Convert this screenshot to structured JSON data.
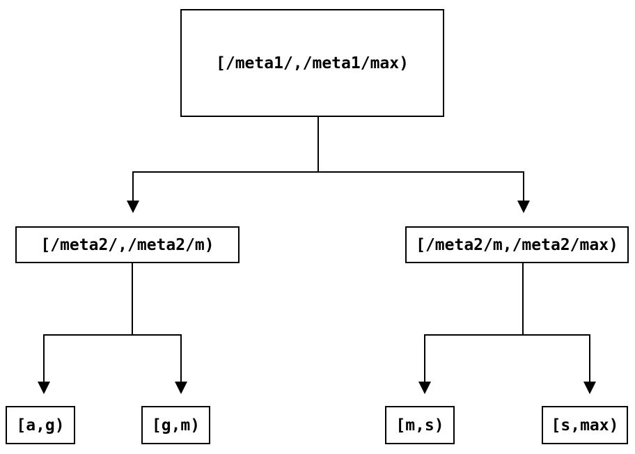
{
  "diagram": {
    "background_color": "#ffffff",
    "line_color": "#000000",
    "text_color": "#000000",
    "tree": {
      "label": "[/meta1/,/meta1/max)",
      "children": [
        {
          "label": "[/meta2/,/meta2/m)",
          "children": [
            {
              "label": "[a,g)"
            },
            {
              "label": "[g,m)"
            }
          ]
        },
        {
          "label": "[/meta2/m,/meta2/max)",
          "children": [
            {
              "label": "[m,s)"
            },
            {
              "label": "[s,max)"
            }
          ]
        }
      ]
    }
  }
}
